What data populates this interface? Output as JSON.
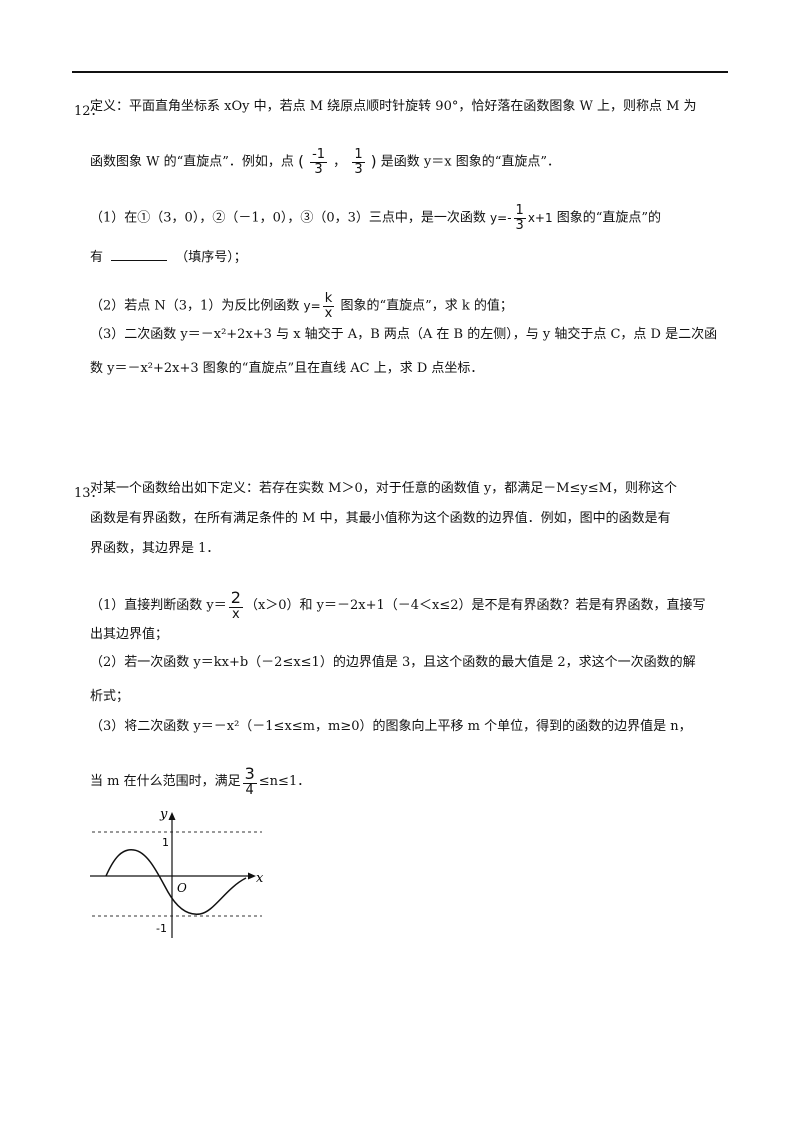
{
  "q12": {
    "number": "12．",
    "l1": "定义：平面直角坐标系 xOy 中，若点 M 绕原点顺时针旋转 90°，恰好落在函数图象 W 上，则称点 M 为",
    "l2a": "函数图象 W 的“直旋点”．例如，点",
    "l2_open": "(",
    "l2_f1_num": "-1",
    "l2_f1_den": "3",
    "l2_comma": "，",
    "l2_f2_num": "1",
    "l2_f2_den": "3",
    "l2_close": ")",
    "l2b": "是函数 y＝x 图象的“直旋点”．",
    "p1a": "（1）在①（3，0），②（－1，0），③（0，3）三点中，是一次函数",
    "p1_eq_pre": "y=-",
    "p1_f_num": "1",
    "p1_f_den": "3",
    "p1_eq_post": "x+1",
    "p1b": "图象的“直旋点”的",
    "p1c_pre": "有",
    "p1c_post": "（填序号）；",
    "p2a": "（2）若点 N（3，1）为反比例函数",
    "p2_eq_pre": "y=",
    "p2_f_num": "k",
    "p2_f_den": "x",
    "p2b": "图象的“直旋点”，求 k 的值；",
    "p3a": "（3）二次函数 y＝－x²+2x+3 与 x 轴交于 A，B 两点（A 在 B 的左侧），与 y 轴交于点 C，点 D 是二次函",
    "p3b": "数 y＝－x²+2x+3 图象的“直旋点”且在直线 AC 上，求 D 点坐标．"
  },
  "q13": {
    "number": "13．",
    "l1": "对某一个函数给出如下定义：若存在实数 M＞0，对于任意的函数值 y，都满足－M≤y≤M，则称这个",
    "l2": "函数是有界函数，在所有满足条件的 M 中，其最小值称为这个函数的边界值．例如，图中的函数是有",
    "l3": "界函数，其边界是 1．",
    "p1a": "（1）直接判断函数 y＝",
    "p1_f_num": "2",
    "p1_f_den": "x",
    "p1b": "（x＞0）和 y＝－2x+1（－4＜x≤2）是不是有界函数？若是有界函数，直接写",
    "p1c": "出其边界值；",
    "p2a": "（2）若一次函数 y＝kx+b（－2≤x≤1）的边界值是 3，且这个函数的最大值是 2，求这个一次函数的解",
    "p2b": "析式；",
    "p3a": "（3）将二次函数 y＝－x²（－1≤x≤m，m≥0）的图象向上平移 m 个单位，得到的函数的边界值是 n，",
    "p3b_pre": "当 m 在什么范围时，满足",
    "p3_f_num": "3",
    "p3_f_den": "4",
    "p3b_post": "≤n≤1．"
  },
  "graph": {
    "y_label": "y",
    "x_label": "x",
    "origin": "O",
    "tick_pos": "1",
    "tick_neg": "-1"
  }
}
